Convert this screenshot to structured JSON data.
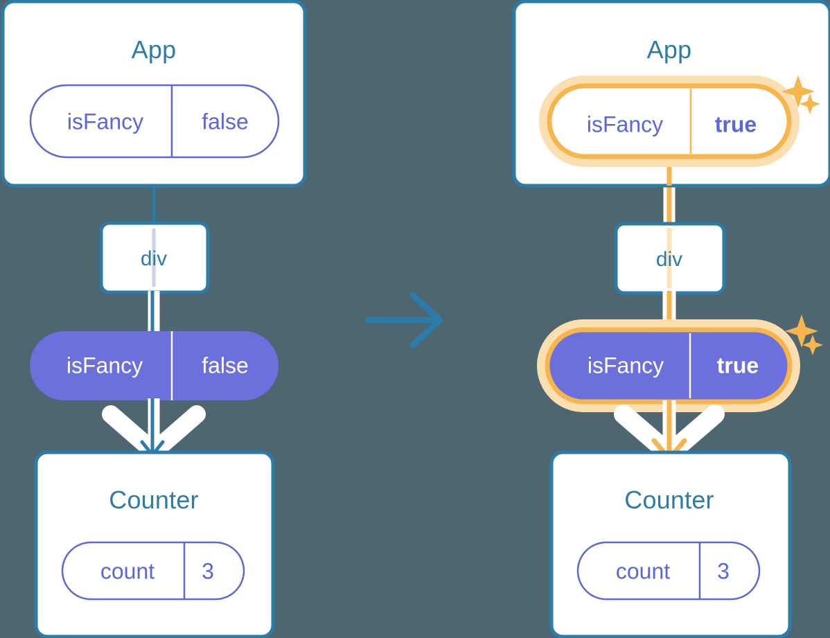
{
  "diagram": {
    "type": "react-state-propagation",
    "background_color": "#4d6670",
    "colors": {
      "box_border_blue": "#2b7ca8",
      "box_fill": "#ffffff",
      "title_blue": "#2b7ca8",
      "pill_purple": "#5b66d8",
      "pill_fill_purple": "#6b70dd",
      "highlight_orange": "#f7b64d",
      "highlight_orange_glow": "#fbdfb0",
      "edge_white": "#ffffff",
      "edge_light_blue": "#c5d4e4",
      "transition_arrow_blue": "#2b7ca8"
    },
    "transition_arrow": {
      "icon": "arrow-right-icon",
      "color": "#2b7ca8"
    },
    "panels": [
      {
        "id": "before",
        "side": "left",
        "highlighted": false,
        "app_box": {
          "title": "App",
          "state_pill": {
            "key": "isFancy",
            "value": "false",
            "style": "outline",
            "value_bold": false,
            "highlighted": false
          }
        },
        "div_node": {
          "label": "div"
        },
        "props_pill": {
          "key": "isFancy",
          "value": "false",
          "style": "filled",
          "value_bold": false,
          "highlighted": false
        },
        "counter_box": {
          "title": "Counter",
          "state_pill": {
            "key": "count",
            "value": "3",
            "style": "outline",
            "value_bold": false,
            "highlighted": false
          }
        },
        "flow_arrow_color": "#2b7ca8",
        "sparkles": 0
      },
      {
        "id": "after",
        "side": "right",
        "highlighted": true,
        "app_box": {
          "title": "App",
          "state_pill": {
            "key": "isFancy",
            "value": "true",
            "style": "outline",
            "value_bold": true,
            "highlighted": true
          }
        },
        "div_node": {
          "label": "div"
        },
        "props_pill": {
          "key": "isFancy",
          "value": "true",
          "style": "filled",
          "value_bold": true,
          "highlighted": true
        },
        "counter_box": {
          "title": "Counter",
          "state_pill": {
            "key": "count",
            "value": "3",
            "style": "outline",
            "value_bold": false,
            "highlighted": false
          }
        },
        "flow_arrow_color": "#f7b64d",
        "sparkles": 2
      }
    ]
  }
}
